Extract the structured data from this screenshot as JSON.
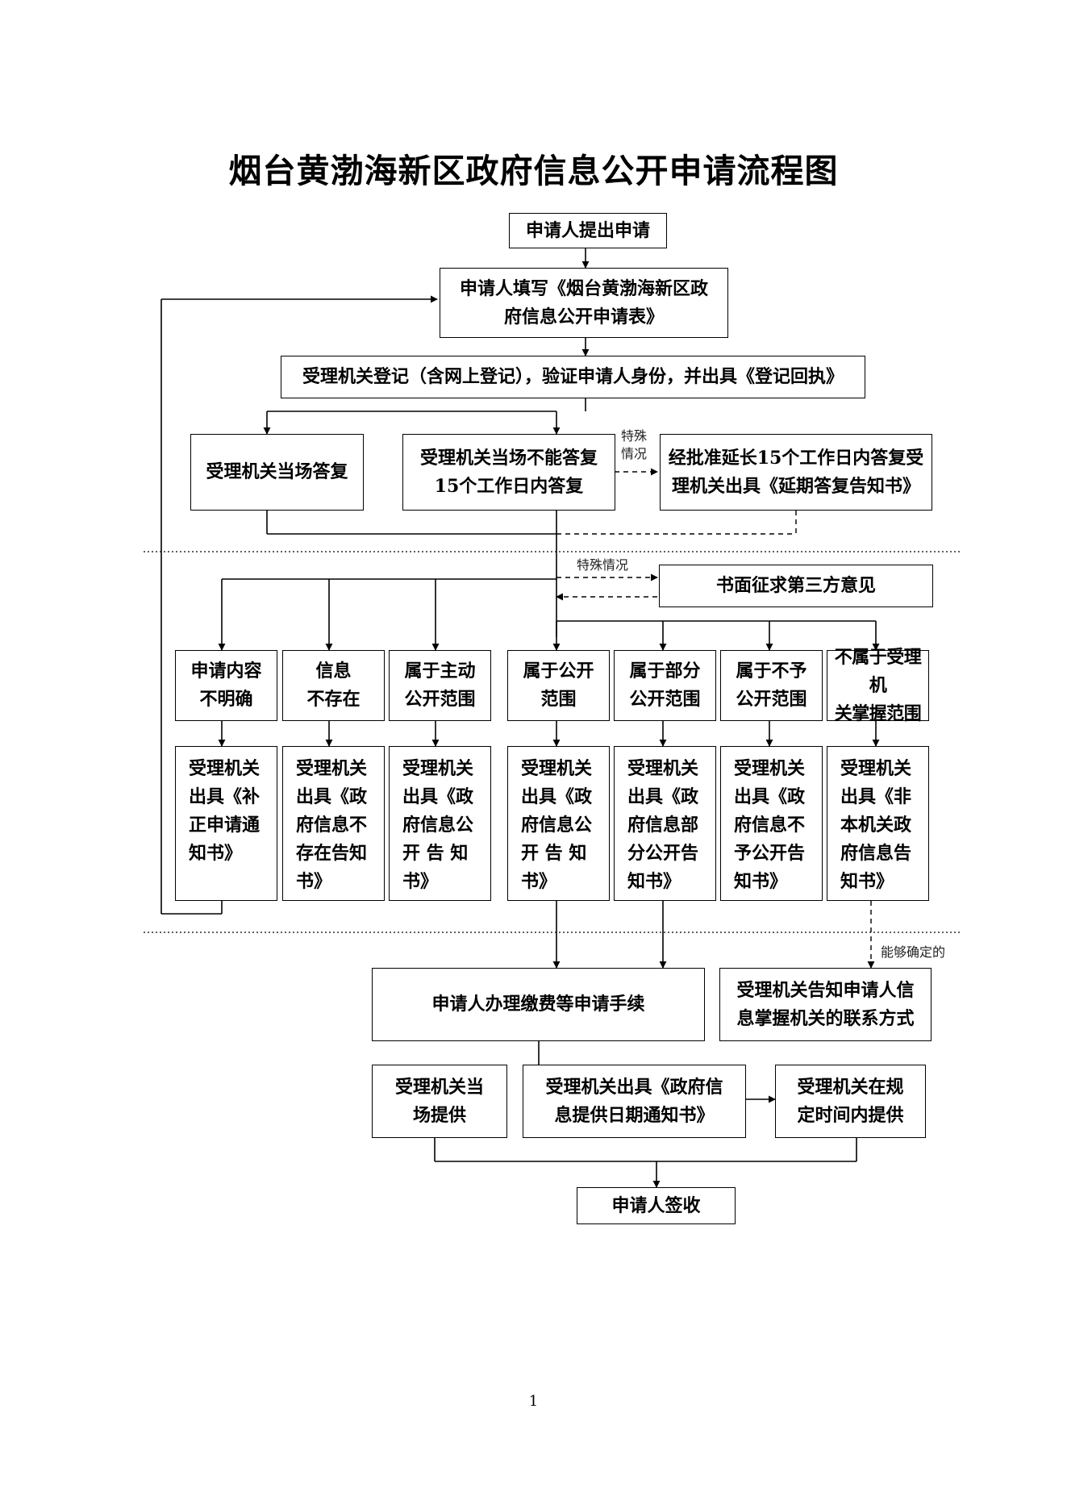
{
  "title": "烟台黄渤海新区政府信息公开申请流程图",
  "page_number": "1",
  "nodes": {
    "submit": "申请人提出申请",
    "fill_form": "申请人填写《烟台黄渤海新区政\n府信息公开申请表》",
    "register": "受理机关登记（含网上登记），验证申请人身份，并出具《登记回执》",
    "reply_now": "受理机关当场答复",
    "reply_15": "受理机关当场不能答复\n15个工作日内答复",
    "extend": "经批准延长15个工作日内答复受\n理机关出具《延期答复告知书》",
    "third_party": "书面征求第三方意见",
    "unclear": "申请内容\n不明确",
    "not_exist": "信息\n不存在",
    "proactive": "属于主动\n公开范围",
    "public": "属于公开\n范围",
    "partial": "属于部分\n公开范围",
    "not_public": "属于不予\n公开范围",
    "not_held": "不属于受理机\n关掌握范围",
    "notice_correct": "受理机关\n出具《补\n正申请通\n知书》",
    "notice_not_exist": "受理机关\n出具《政\n府信息不\n存在告知\n书》",
    "notice_proactive": "受理机关\n出具《政\n府信息公\n开 告 知\n书》",
    "notice_public": "受理机关\n出具《政\n府信息公\n开 告 知\n书》",
    "notice_partial": "受理机关\n出具《政\n府信息部\n分公开告\n知书》",
    "notice_not_public": "受理机关\n出具《政\n府信息不\n予公开告\n知书》",
    "notice_not_held": "受理机关\n出具《非\n本机关政\n府信息告\n知书》",
    "fees": "申请人办理缴费等申请手续",
    "contact_info": "受理机关告知申请人信\n息掌握机关的联系方式",
    "provide_now": "受理机关当\n场提供",
    "provide_date_notice": "受理机关出具《政府信\n息提供日期通知书》",
    "provide_in_time": "受理机关在规\n定时间内提供",
    "sign": "申请人签收"
  },
  "edge_labels": {
    "special_case_1": "特殊\n情况",
    "special_case_2": "特殊情况",
    "can_determine": "能够确定的"
  }
}
